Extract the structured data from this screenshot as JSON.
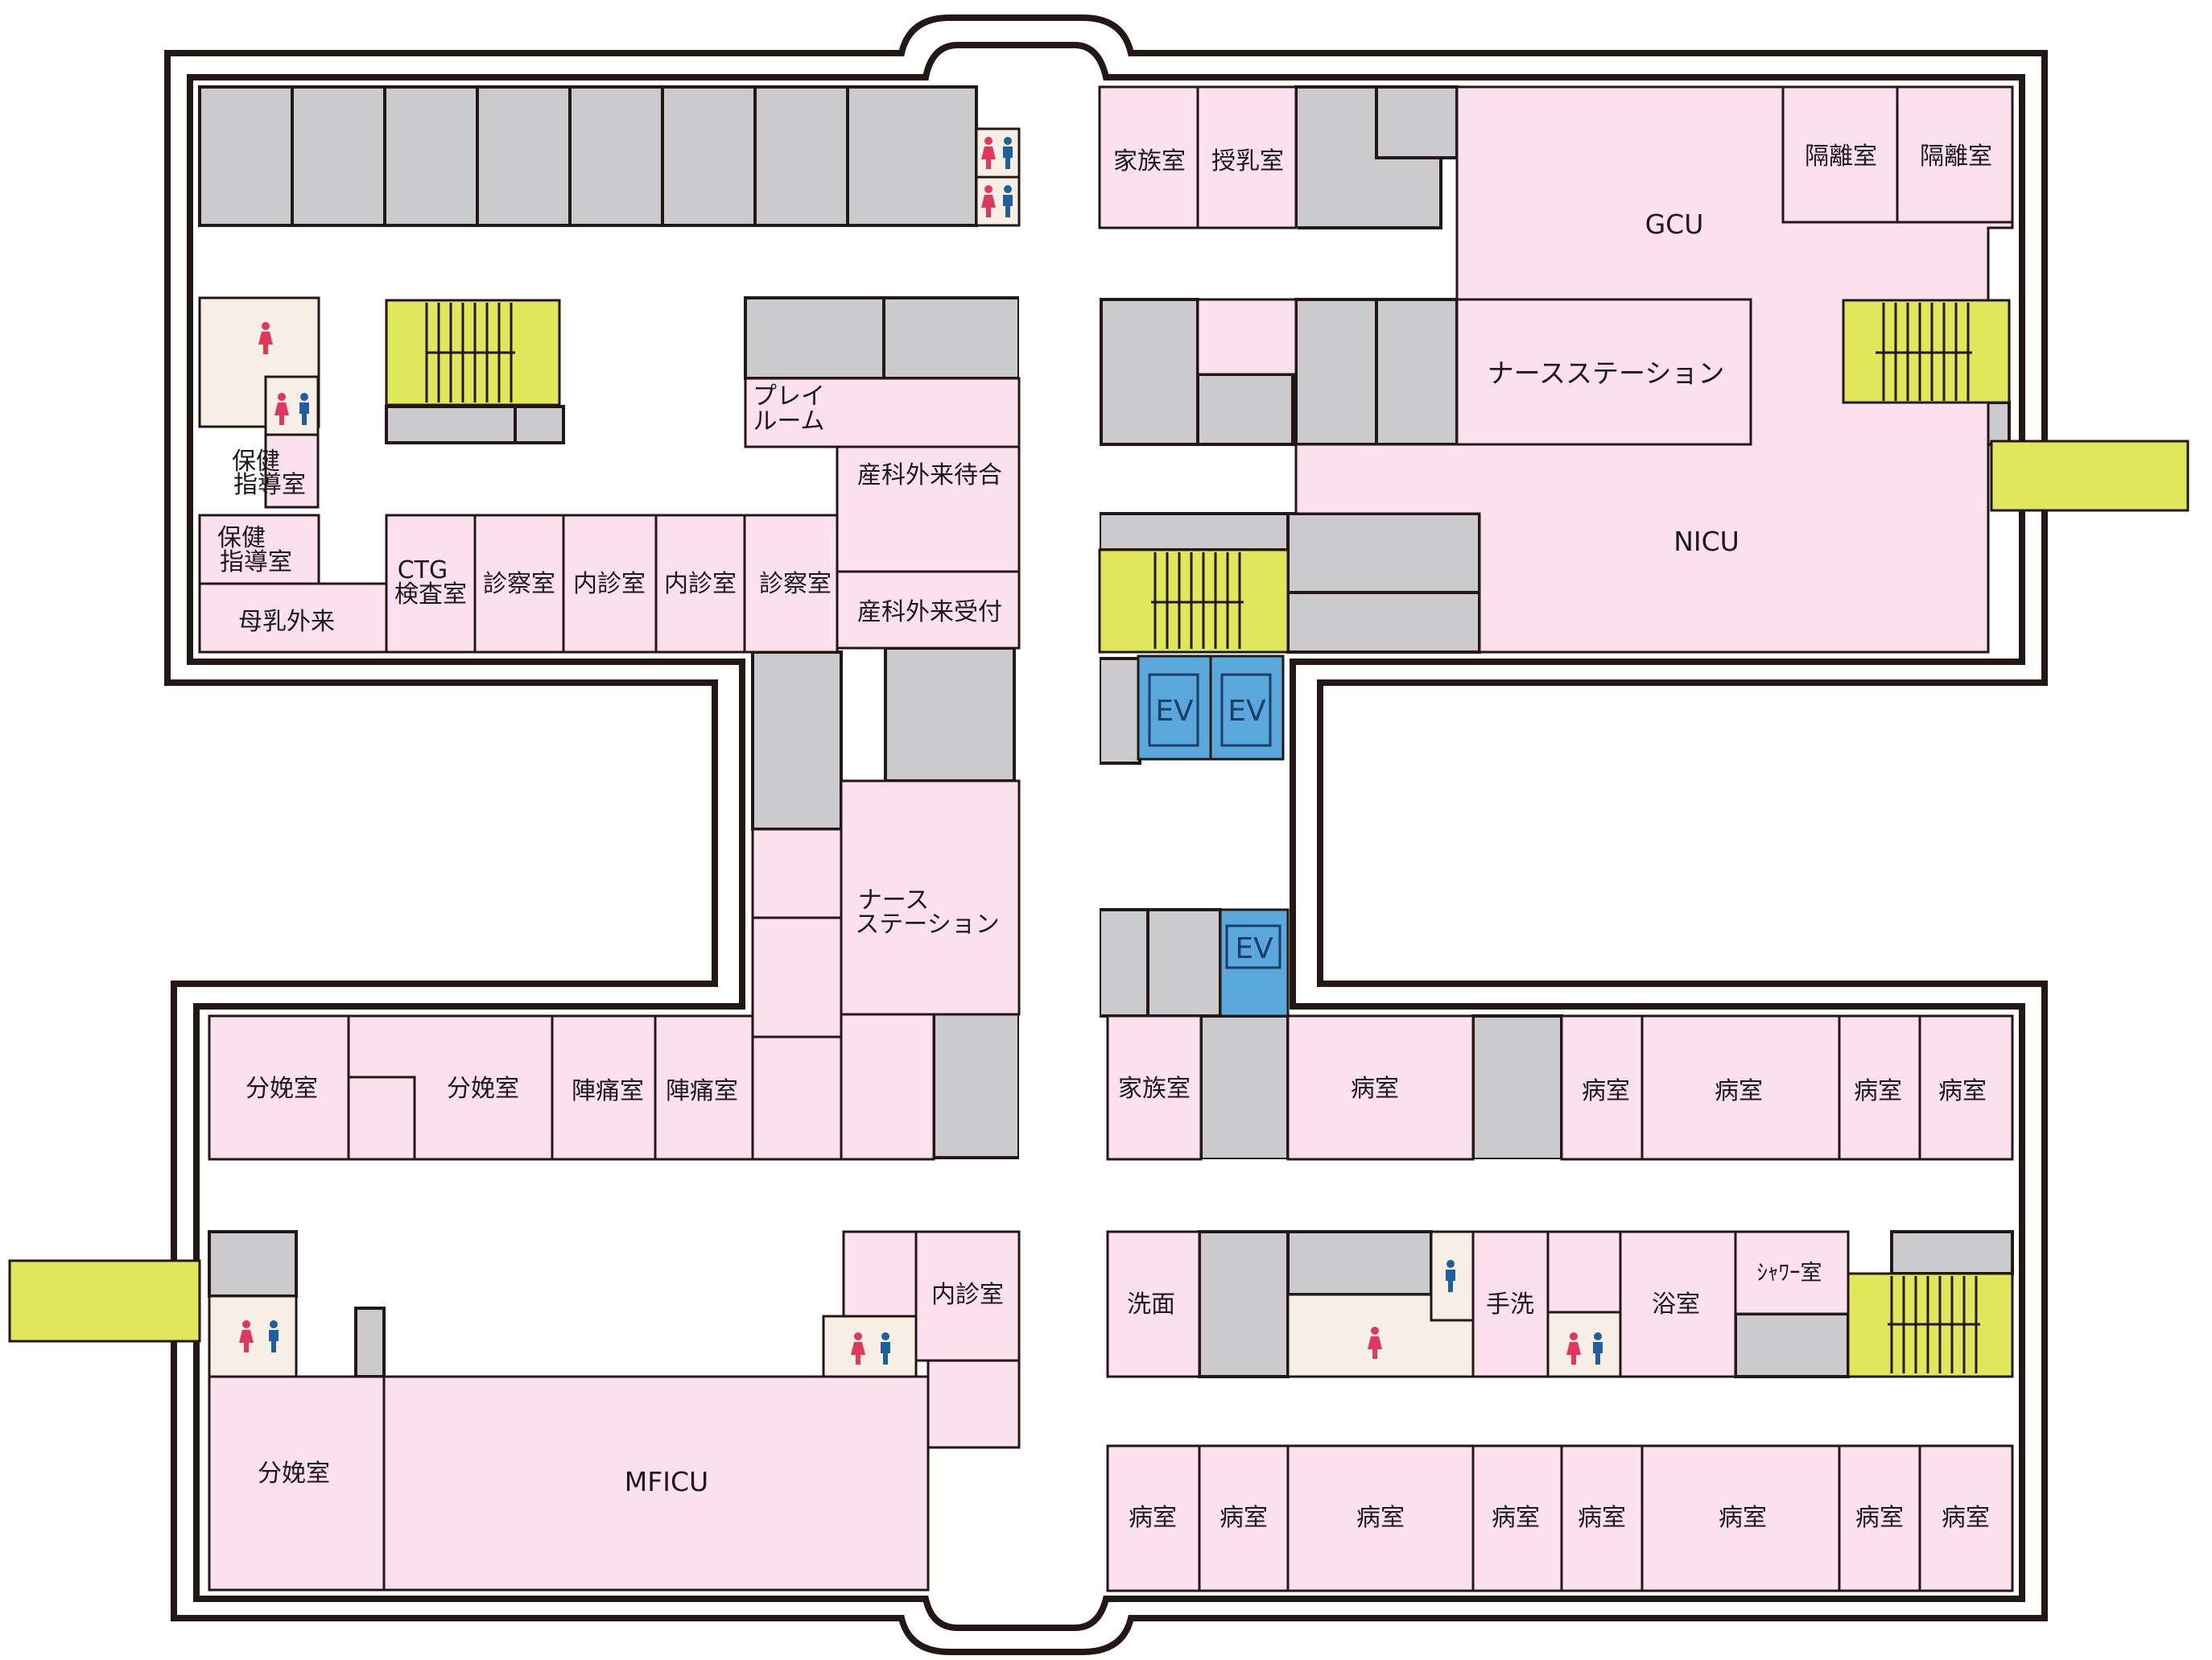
{
  "colors": {
    "room": "#fde0ee",
    "service": "#cbcbcd",
    "stairs": "#e1e75a",
    "elevator": "#5aa7dc",
    "restroom": "#f7efe5",
    "wall": "#231815",
    "corridor": "#ffffff",
    "female_icon": "#e2375c",
    "male_icon": "#1f5f9a"
  },
  "labels": {
    "family_room": "家族室",
    "nursing_room": "授乳室",
    "isolation_room": "隔離室",
    "gcu": "GCU",
    "nicu": "NICU",
    "nurse_station": "ナースステーション",
    "nurse_station_l1": "ナース",
    "nurse_station_l2": "ステーション",
    "playroom_l1": "プレイ",
    "playroom_l2": "ルーム",
    "ob_waiting": "産科外来待合",
    "ob_reception": "産科外来受付",
    "health_guidance_l1": "保健",
    "health_guidance_l2": "指導室",
    "breastfeeding_clinic": "母乳外来",
    "ctg_l1": "CTG",
    "ctg_l2": "検査室",
    "exam_room": "診察室",
    "internal_exam": "内診室",
    "delivery_room": "分娩室",
    "labor_room": "陣痛室",
    "ward_room": "病室",
    "washroom": "洗面",
    "handwash": "手洗",
    "bathroom": "浴室",
    "shower_room": "ｼｬﾜｰ室",
    "mficu": "MFICU",
    "elevator": "EV"
  },
  "icons": {
    "female": "female-restroom-icon",
    "male": "male-restroom-icon",
    "stairs": "stairs-icon"
  }
}
